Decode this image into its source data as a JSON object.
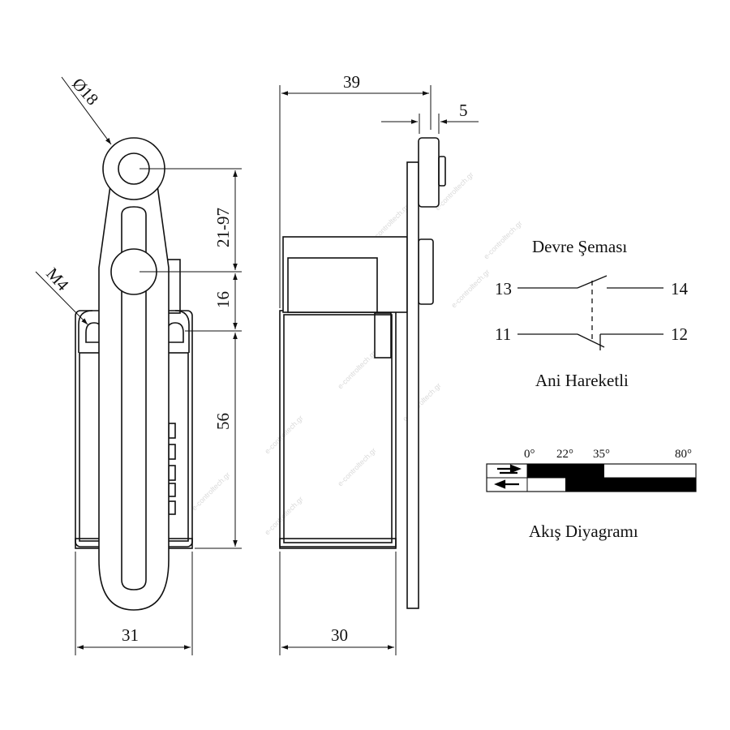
{
  "dimensions": {
    "roller_diameter": "Ø18",
    "thread": "M4",
    "lever_length": "21-97",
    "pivot_offset": "16",
    "body_height": "56",
    "front_width": "31",
    "side_total": "39",
    "roller_width": "5",
    "side_body": "30"
  },
  "circuit": {
    "title": "Devre Şeması",
    "no_in": "13",
    "no_out": "14",
    "nc_in": "11",
    "nc_out": "12",
    "caption": "Ani Hareketli"
  },
  "flow": {
    "angles": [
      "0°",
      "22°",
      "35°",
      "80°"
    ],
    "caption": "Akış Diyagramı"
  },
  "watermark": "e-controltech.gr",
  "colors": {
    "line": "#111111",
    "fill": "#000000",
    "watermark": "#d9d9d9"
  }
}
